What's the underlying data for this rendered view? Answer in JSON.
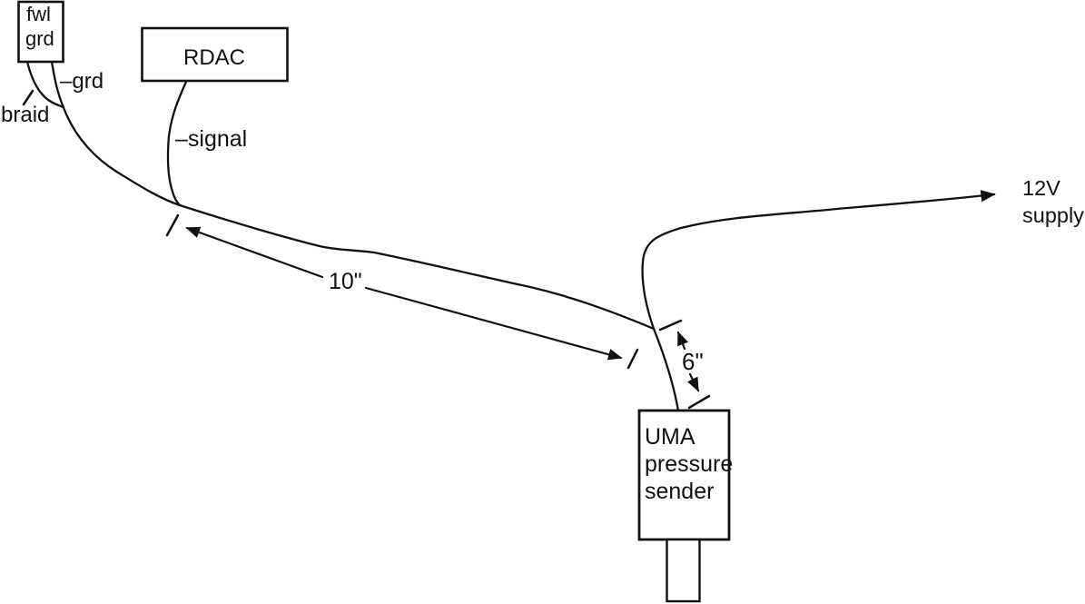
{
  "diagram": {
    "boxes": {
      "fwl_grd": {
        "line1": "fwl",
        "line2": "grd"
      },
      "rdac": {
        "label": "RDAC"
      },
      "uma_sender": {
        "line1": "UMA",
        "line2": "pressure",
        "line3": "sender"
      }
    },
    "wire_labels": {
      "braid": "braid",
      "grd": "–grd",
      "signal": "–signal"
    },
    "dimensions": {
      "main_run_length": "10\"",
      "sender_lead_length": "6\""
    },
    "supply": {
      "line1": "12V",
      "line2": "supply"
    },
    "colors": {
      "ink": "#111111",
      "background": "#ffffff"
    }
  }
}
